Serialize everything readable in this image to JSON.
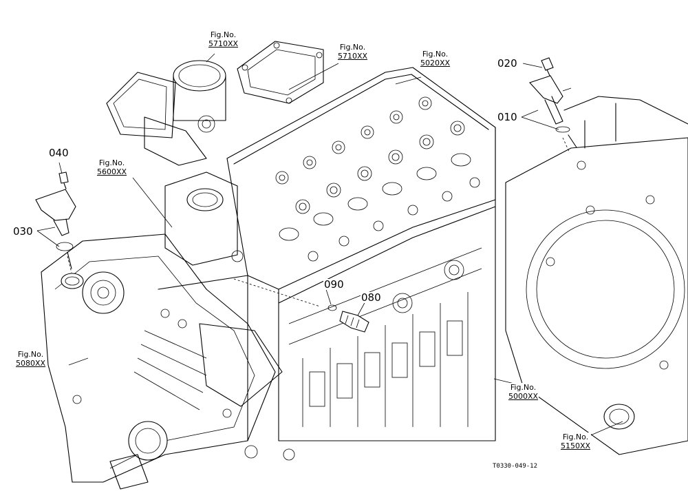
{
  "callouts": {
    "fig_prefix": "Fig.No.",
    "fig_5710_a": "5710XX",
    "fig_5710_b": "5710XX",
    "fig_5020": "5020XX",
    "fig_5600": "5600XX",
    "fig_5080": "5080XX",
    "fig_5000": "5000XX",
    "fig_5150": "5150XX"
  },
  "parts": {
    "p010": "010",
    "p020": "020",
    "p030": "030",
    "p040": "040",
    "p080": "080",
    "p090": "090"
  },
  "drawing_code": "T0330-049-12"
}
